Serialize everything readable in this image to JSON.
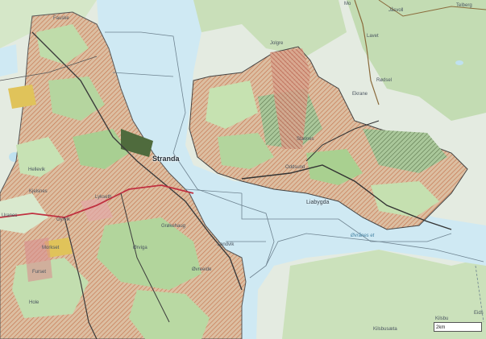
{
  "map": {
    "places": {
      "stranda": "Stranda",
      "liabygda": "Liabygda",
      "ovraneset": "Øvrånes et",
      "mo": "Mo",
      "jasvoll": "Jåsvoll",
      "telberg": "Telberg",
      "lavet": "Lavet",
      "jolgre": "Jolgre",
      "radsel": "Rødsel",
      "ekrane": "Ekrane",
      "stavnes": "Stavnes",
      "oddsund": "Oddsund",
      "fauske": "Fauske",
      "sandvik": "Sandvik",
      "grokehaug": "Grøkehaug",
      "orviga": "Ørviga",
      "ovreeide": "Øvreeide",
      "kilsbu": "Kilsbu",
      "kilsbusaeta": "Kilsbusæta",
      "eids": "Eids",
      "uranes": "Uranes",
      "furset": "Furset",
      "gyrvik": "Gyrvik",
      "hole": "Hole",
      "morkset": "Morkset",
      "hellevik": "Hellevik",
      "lykseth": "Lykseth",
      "kjelsnes": "Kjelsnes"
    },
    "scale_label": "2km",
    "colors": {
      "water": "#cfe9f3",
      "land": "#e7ede4",
      "forest": "#b9d7a5",
      "light_green": "#d3e9c5",
      "hatch_brown": "#c7865f",
      "tan": "#dcc3a7",
      "dark_hatch": "#6e8a5c",
      "boundary": "#444444"
    }
  }
}
